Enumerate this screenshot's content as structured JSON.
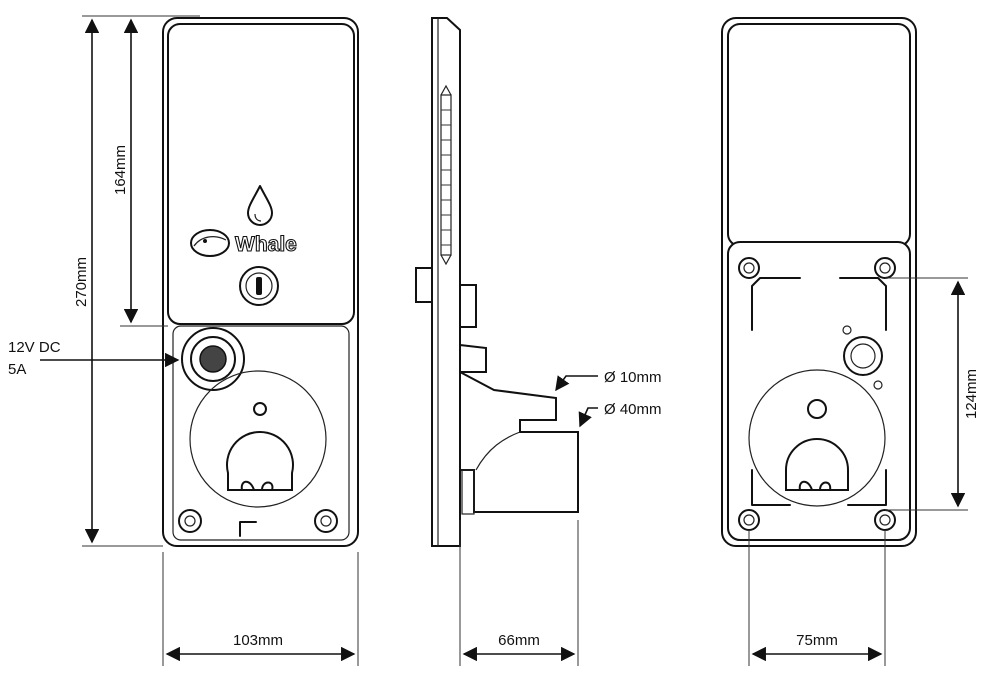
{
  "labels": {
    "front_height_total": "270mm",
    "front_height_upper": "164mm",
    "front_width": "103mm",
    "power_line1": "12V DC",
    "power_line2": "5A",
    "side_depth": "66mm",
    "side_outlet_small": "Ø 10mm",
    "side_outlet_large": "Ø 40mm",
    "rear_width": "75mm",
    "rear_height": "124mm",
    "brand": "Whale"
  },
  "icons": {
    "logo": "whale-logo-icon",
    "water": "water-drop-icon",
    "switch": "slot-switch-icon"
  },
  "colors": {
    "line": "#111111",
    "background": "#ffffff"
  }
}
